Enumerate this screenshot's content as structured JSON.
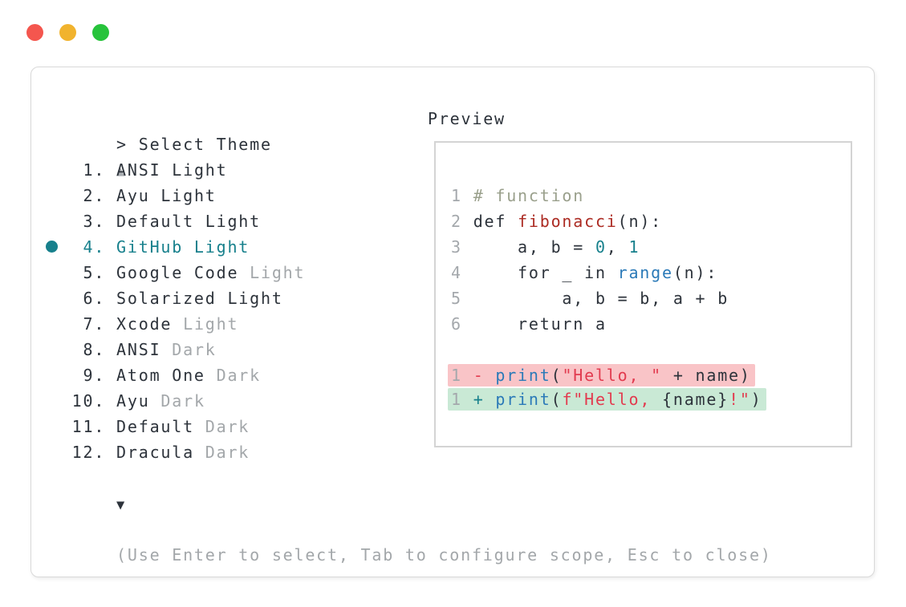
{
  "window_controls": [
    {
      "name": "close",
      "color": "#f4564e"
    },
    {
      "name": "minimize",
      "color": "#f1b32e"
    },
    {
      "name": "zoom",
      "color": "#27c33b"
    }
  ],
  "prompt": {
    "text": "> Select Theme"
  },
  "scroll": {
    "up": "▲",
    "down": "▼"
  },
  "theme_list": {
    "selected_number": "4.",
    "items": [
      {
        "number": "1.",
        "name": "ANSI",
        "variant": "Light",
        "variant_muted": false,
        "selected": false
      },
      {
        "number": "2.",
        "name": "Ayu",
        "variant": "Light",
        "variant_muted": false,
        "selected": false
      },
      {
        "number": "3.",
        "name": "Default",
        "variant": "Light",
        "variant_muted": false,
        "selected": false
      },
      {
        "number": "4.",
        "name": "GitHub",
        "variant": "Light",
        "variant_muted": false,
        "selected": true
      },
      {
        "number": "5.",
        "name": "Google Code",
        "variant": "Light",
        "variant_muted": true,
        "selected": false
      },
      {
        "number": "6.",
        "name": "Solarized",
        "variant": "Light",
        "variant_muted": false,
        "selected": false
      },
      {
        "number": "7.",
        "name": "Xcode",
        "variant": "Light",
        "variant_muted": true,
        "selected": false
      },
      {
        "number": "8.",
        "name": "ANSI",
        "variant": "Dark",
        "variant_muted": true,
        "selected": false
      },
      {
        "number": "9.",
        "name": "Atom One",
        "variant": "Dark",
        "variant_muted": true,
        "selected": false
      },
      {
        "number": "10.",
        "name": "Ayu",
        "variant": "Dark",
        "variant_muted": true,
        "selected": false
      },
      {
        "number": "11.",
        "name": "Default",
        "variant": "Dark",
        "variant_muted": true,
        "selected": false
      },
      {
        "number": "12.",
        "name": "Dracula",
        "variant": "Dark",
        "variant_muted": true,
        "selected": false
      }
    ]
  },
  "preview": {
    "label": "Preview",
    "code_lines": [
      {
        "number": "1",
        "segments": [
          {
            "t": "# function",
            "c": "comment"
          }
        ]
      },
      {
        "number": "2",
        "segments": [
          {
            "t": "def ",
            "c": "text"
          },
          {
            "t": "fibonacci",
            "c": "function"
          },
          {
            "t": "(n):",
            "c": "text"
          }
        ]
      },
      {
        "number": "3",
        "segments": [
          {
            "t": "    a, b = ",
            "c": "text"
          },
          {
            "t": "0",
            "c": "number"
          },
          {
            "t": ", ",
            "c": "text"
          },
          {
            "t": "1",
            "c": "number"
          }
        ]
      },
      {
        "number": "4",
        "segments": [
          {
            "t": "    for _ in ",
            "c": "text"
          },
          {
            "t": "range",
            "c": "builtin"
          },
          {
            "t": "(n):",
            "c": "text"
          }
        ]
      },
      {
        "number": "5",
        "segments": [
          {
            "t": "        a, b = b, a + b",
            "c": "text"
          }
        ]
      },
      {
        "number": "6",
        "segments": [
          {
            "t": "    return a",
            "c": "text"
          }
        ]
      }
    ],
    "diff_lines": [
      {
        "number": "1",
        "kind": "removed",
        "segments": [
          {
            "t": "- ",
            "c": "removed"
          },
          {
            "t": "print",
            "c": "builtin"
          },
          {
            "t": "(",
            "c": "text"
          },
          {
            "t": "\"Hello, \"",
            "c": "string"
          },
          {
            "t": " + name)",
            "c": "text"
          }
        ]
      },
      {
        "number": "1",
        "kind": "added",
        "segments": [
          {
            "t": "+ ",
            "c": "added"
          },
          {
            "t": "print",
            "c": "builtin"
          },
          {
            "t": "(",
            "c": "text"
          },
          {
            "t": "f\"Hello, ",
            "c": "string"
          },
          {
            "t": "{name}",
            "c": "text"
          },
          {
            "t": "!\"",
            "c": "string"
          },
          {
            "t": ")",
            "c": "text"
          }
        ]
      }
    ]
  },
  "footer": {
    "hint": "(Use Enter to select, Tab to configure scope, Esc to close)"
  },
  "palette": {
    "accent_teal": "#17808c",
    "text_dark": "#2d333b",
    "text_muted": "#a3a7aa",
    "line_number_gray": "#a4a8ac",
    "comment_olive": "#9aa08c",
    "function_red": "#ac2b23",
    "builtin_blue": "#2b7ab8",
    "string_crimson": "#e23b4f",
    "diff_removed_bg": "#f9c4c7",
    "diff_added_bg": "#c9e9d5",
    "window_border": "#d9d9d9",
    "preview_border": "#d4d4d4"
  }
}
